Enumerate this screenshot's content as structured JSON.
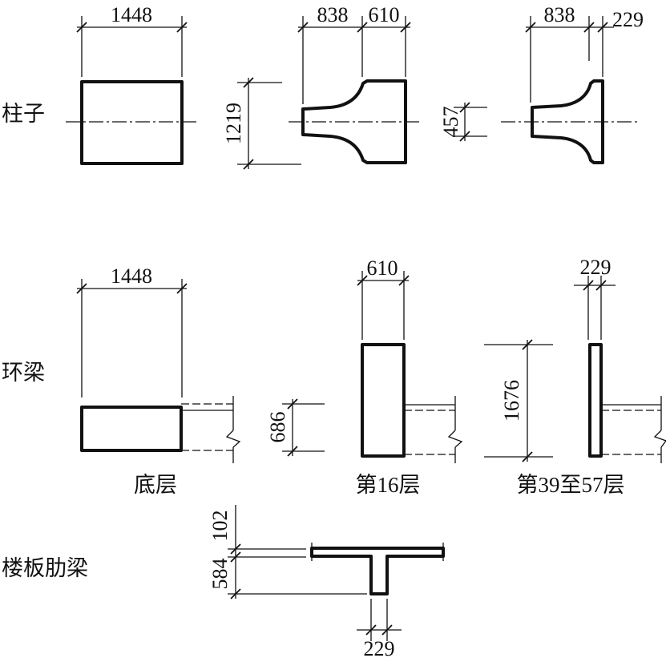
{
  "row_labels": {
    "column": "柱子",
    "ring_beam": "环梁",
    "slab_rib_beam": "楼板肋梁"
  },
  "captions": {
    "ground_floor": "底层",
    "floor_16": "第16层",
    "floors_39_57": "第39至57层"
  },
  "column_dims": {
    "ground_width": "1448",
    "floor16_flange_width": "838",
    "floor16_web_width": "610",
    "floor16_height": "1219",
    "upper_flange_width": "838",
    "upper_web_width": "229",
    "upper_height": "457"
  },
  "ring_beam_dims": {
    "ground_width": "1448",
    "ground_height": "686",
    "floor16_width": "610",
    "upper_width": "229",
    "upper_height": "1676"
  },
  "slab_rib_dims": {
    "slab_thickness": "102",
    "rib_depth": "584",
    "rib_width": "229"
  }
}
